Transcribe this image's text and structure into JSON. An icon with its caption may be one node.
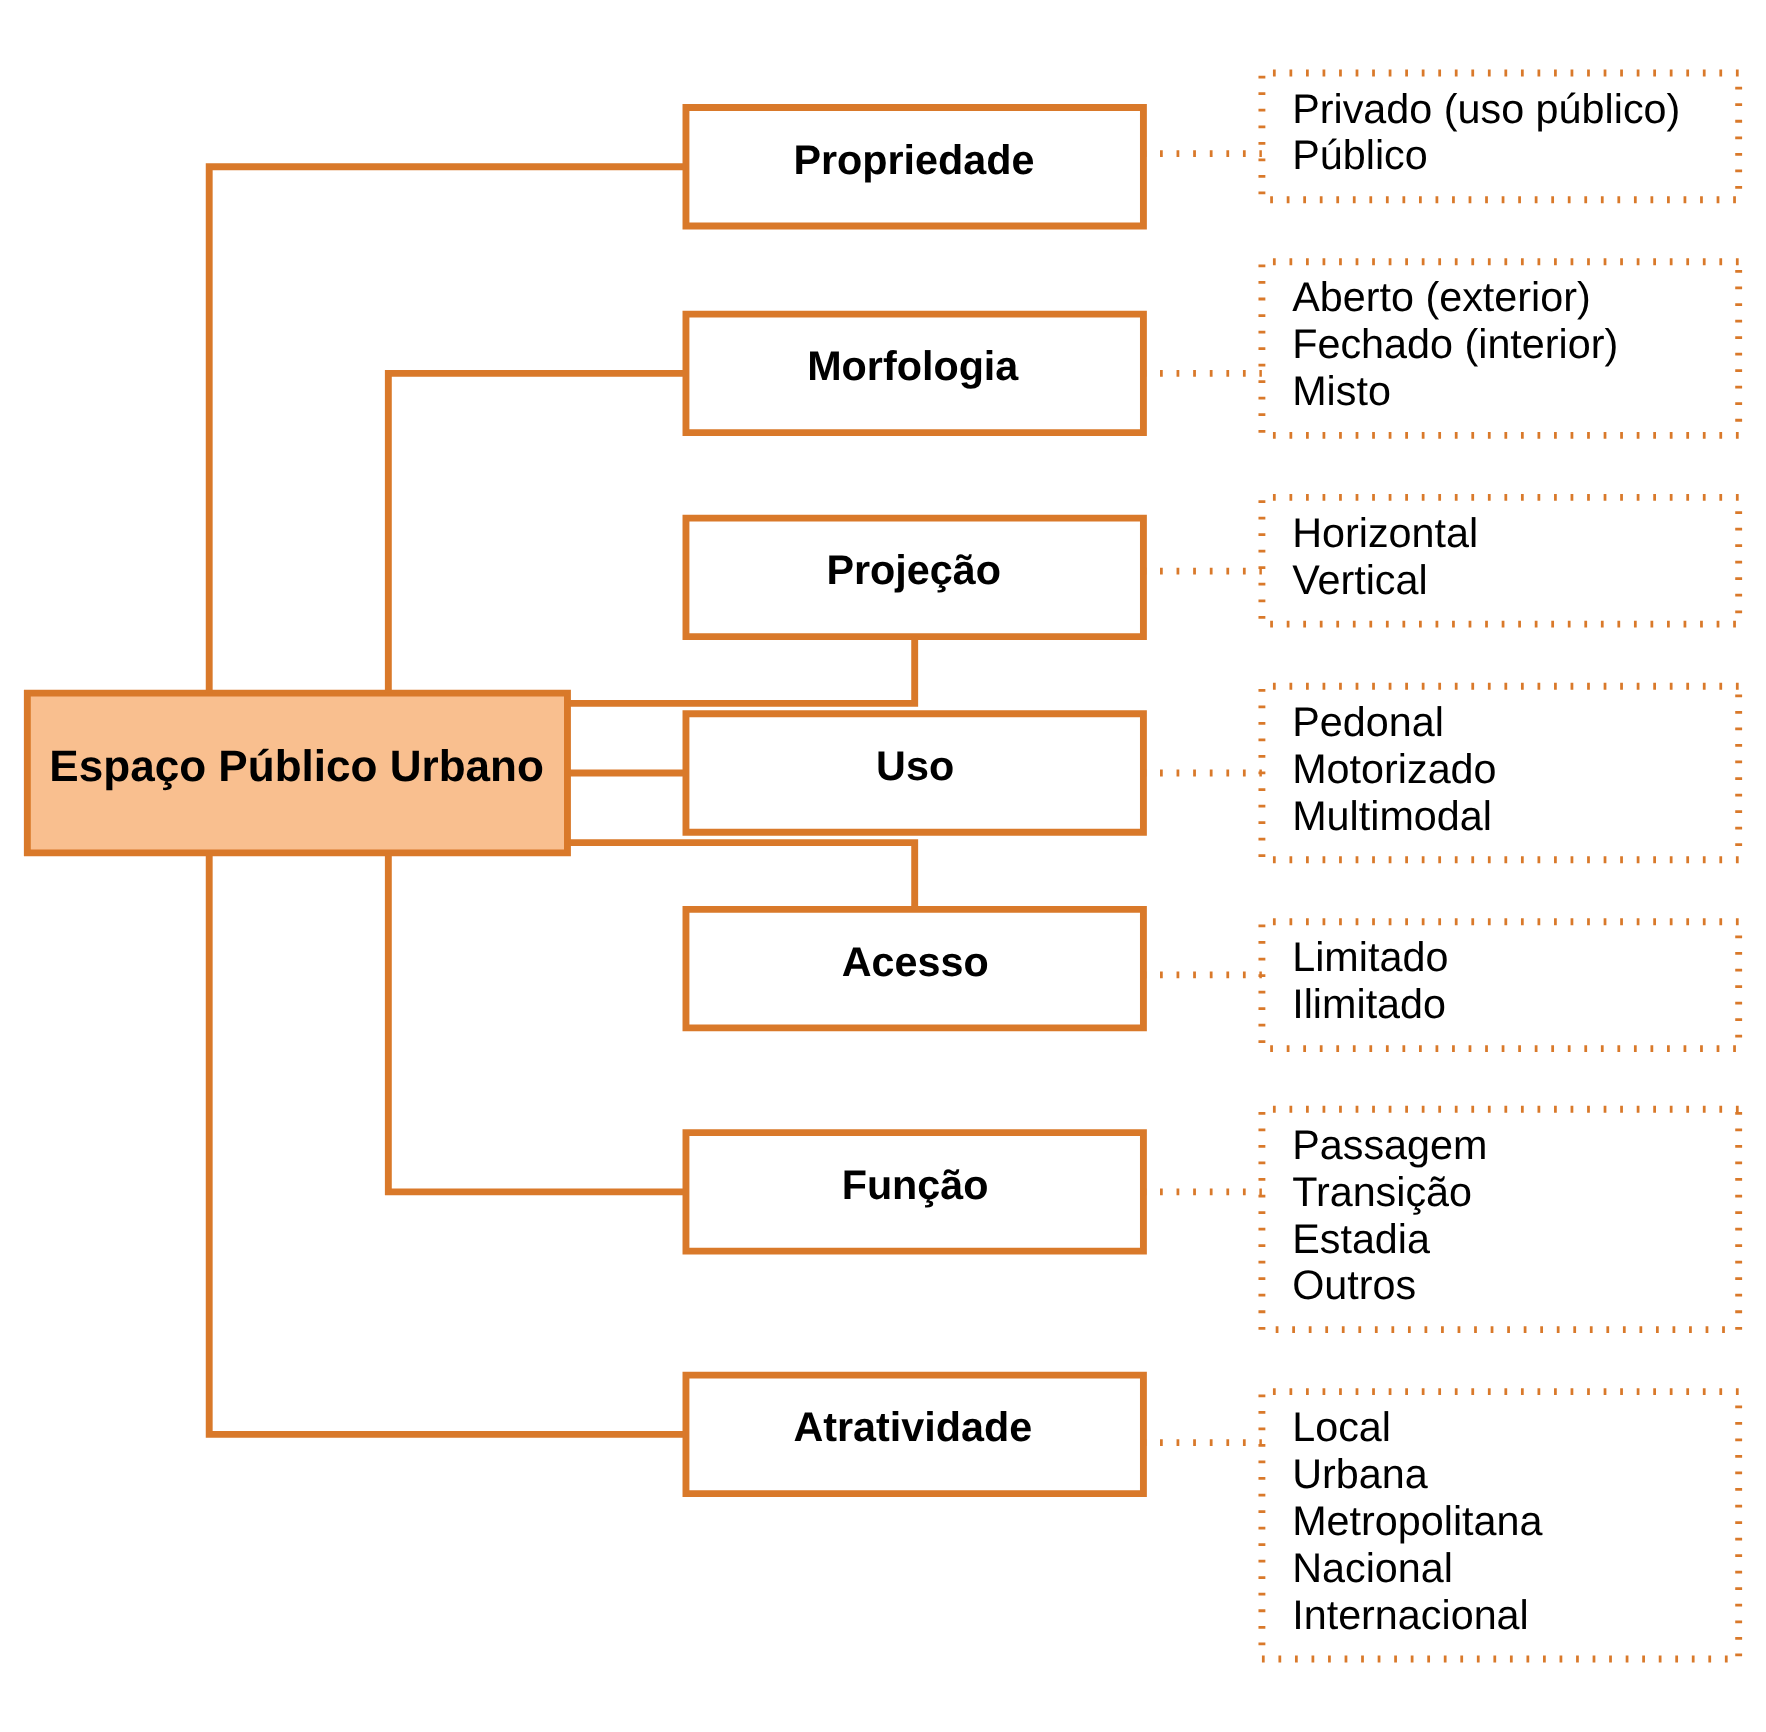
{
  "diagram": {
    "nodes": [
      {
        "text": [
          "Espaço Público Urbano"
        ]
      },
      {
        "text": [
          "Propriedade"
        ]
      },
      {
        "text": [
          "Privado (uso público)",
          "Público"
        ]
      },
      {
        "text": [
          "Morfologia"
        ]
      },
      {
        "text": [
          "Aberto (exterior)",
          "Fechado (interior)",
          "Misto"
        ]
      },
      {
        "text": [
          "Projeção"
        ]
      },
      {
        "text": [
          "Horizontal",
          "Vertical"
        ]
      },
      {
        "text": [
          "Uso"
        ]
      },
      {
        "text": [
          "Pedonal",
          "Motorizado",
          "Multimodal"
        ]
      },
      {
        "text": [
          "Acesso"
        ]
      },
      {
        "text": [
          "Limitado",
          "Ilimitado"
        ]
      },
      {
        "text": [
          "Função"
        ]
      },
      {
        "text": [
          "Passagem",
          "Transição",
          "Estadia",
          "Outros"
        ]
      },
      {
        "text": [
          "Atratividade"
        ]
      },
      {
        "text": [
          "Local",
          "Urbana",
          "Metropolitana",
          "Nacional",
          "Internacional"
        ]
      }
    ],
    "edges": [
      {
        "from": 0,
        "to": 1,
        "arrow": "none"
      },
      {
        "from": 0,
        "to": 3,
        "arrow": "none"
      },
      {
        "from": 0,
        "to": 5,
        "arrow": "none"
      },
      {
        "from": 0,
        "to": 7,
        "arrow": "none"
      },
      {
        "from": 0,
        "to": 9,
        "arrow": "none"
      },
      {
        "from": 0,
        "to": 11,
        "arrow": "none"
      },
      {
        "from": 0,
        "to": 13,
        "arrow": "none"
      },
      {
        "from": 1,
        "to": 2,
        "arrow": "none",
        "style": "dashed"
      },
      {
        "from": 3,
        "to": 4,
        "arrow": "none",
        "style": "dashed"
      },
      {
        "from": 5,
        "to": 6,
        "arrow": "none",
        "style": "dashed"
      },
      {
        "from": 7,
        "to": 8,
        "arrow": "none",
        "style": "dashed"
      },
      {
        "from": 9,
        "to": 10,
        "arrow": "none",
        "style": "dashed"
      },
      {
        "from": 11,
        "to": 12,
        "arrow": "none",
        "style": "dashed"
      },
      {
        "from": 13,
        "to": 14,
        "arrow": "none",
        "style": "dashed"
      }
    ]
  }
}
